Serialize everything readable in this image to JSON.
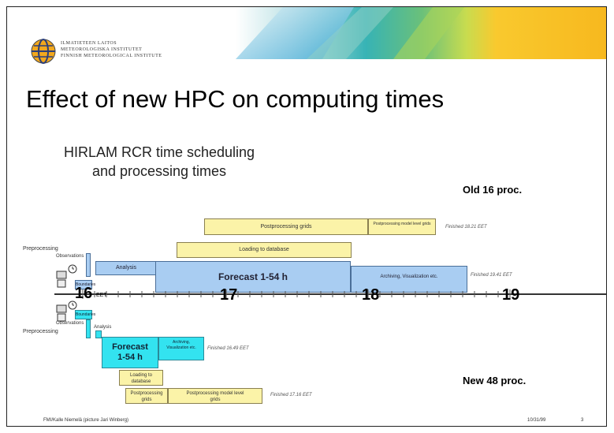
{
  "header": {
    "institute_lines": [
      "ILMATIETEEN LAITOS",
      "METEOROLOGISKA INSTITUTET",
      "FINNISH METEOROLOGICAL INSTITUTE"
    ]
  },
  "slide": {
    "title": "Effect of new HPC on computing times",
    "subtitle_line1": "HIRLAM RCR time scheduling",
    "subtitle_line2": "and processing times",
    "old_label": "Old 16 proc.",
    "new_label": "New 48 proc."
  },
  "old": {
    "preprocessing": "Preprocessing",
    "observations": "Observations",
    "boundaries": "Boundaries",
    "analysis": "Analysis",
    "forecast": "Forecast 1-54 h",
    "loading": "Loading to database",
    "postprocessing_grids": "Postprocessing grids",
    "postprocessing_model": "Postprocessing model level grids",
    "archiving": "Archiving, Visualization etc.",
    "finished_post": "Finished 18.21 EET",
    "finished_arch": "Finished 19.41 EET"
  },
  "timeline": {
    "ticks": [
      "16",
      "17",
      "18",
      "19"
    ],
    "unit": "EET"
  },
  "new": {
    "preprocessing": "Preprocessing",
    "observations": "Observations",
    "boundaries": "Boundaries",
    "analysis": "Analysis",
    "forecast_line1": "Forecast",
    "forecast_line2": "1-54 h",
    "archiving": "Archiving, Visualization etc.",
    "finished_arch": "Finished 16.49 EET",
    "loading": "Loading to database",
    "postprocessing_grids": "Postprocessing grids",
    "postprocessing_model": "Postprocessing model level grids",
    "finished_post": "Finished 17.16 EET"
  },
  "footer": {
    "author": "FMI/Kalle Niemelä (picture Jari Winberg)",
    "date": "10/31/99",
    "page": "3"
  },
  "colors": {
    "yellow_box": "#fbf3a8",
    "blue_box": "#a9cdf2",
    "cyan_box": "#33e3f0",
    "banner_yellow": "#f9c92e",
    "banner_green": "#a8d35a",
    "banner_teal": "#37b3b5",
    "banner_blue": "#3aa6d6"
  }
}
